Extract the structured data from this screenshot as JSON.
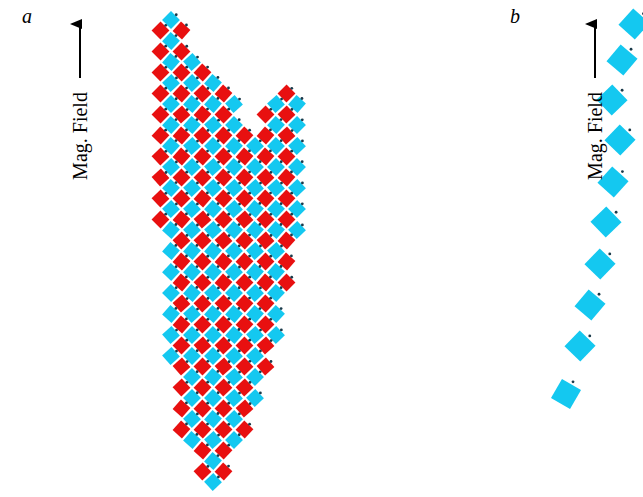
{
  "diagram": {
    "labels": [
      "a",
      "Mag. Field",
      "b",
      "Mag. Field"
    ]
  }
}
